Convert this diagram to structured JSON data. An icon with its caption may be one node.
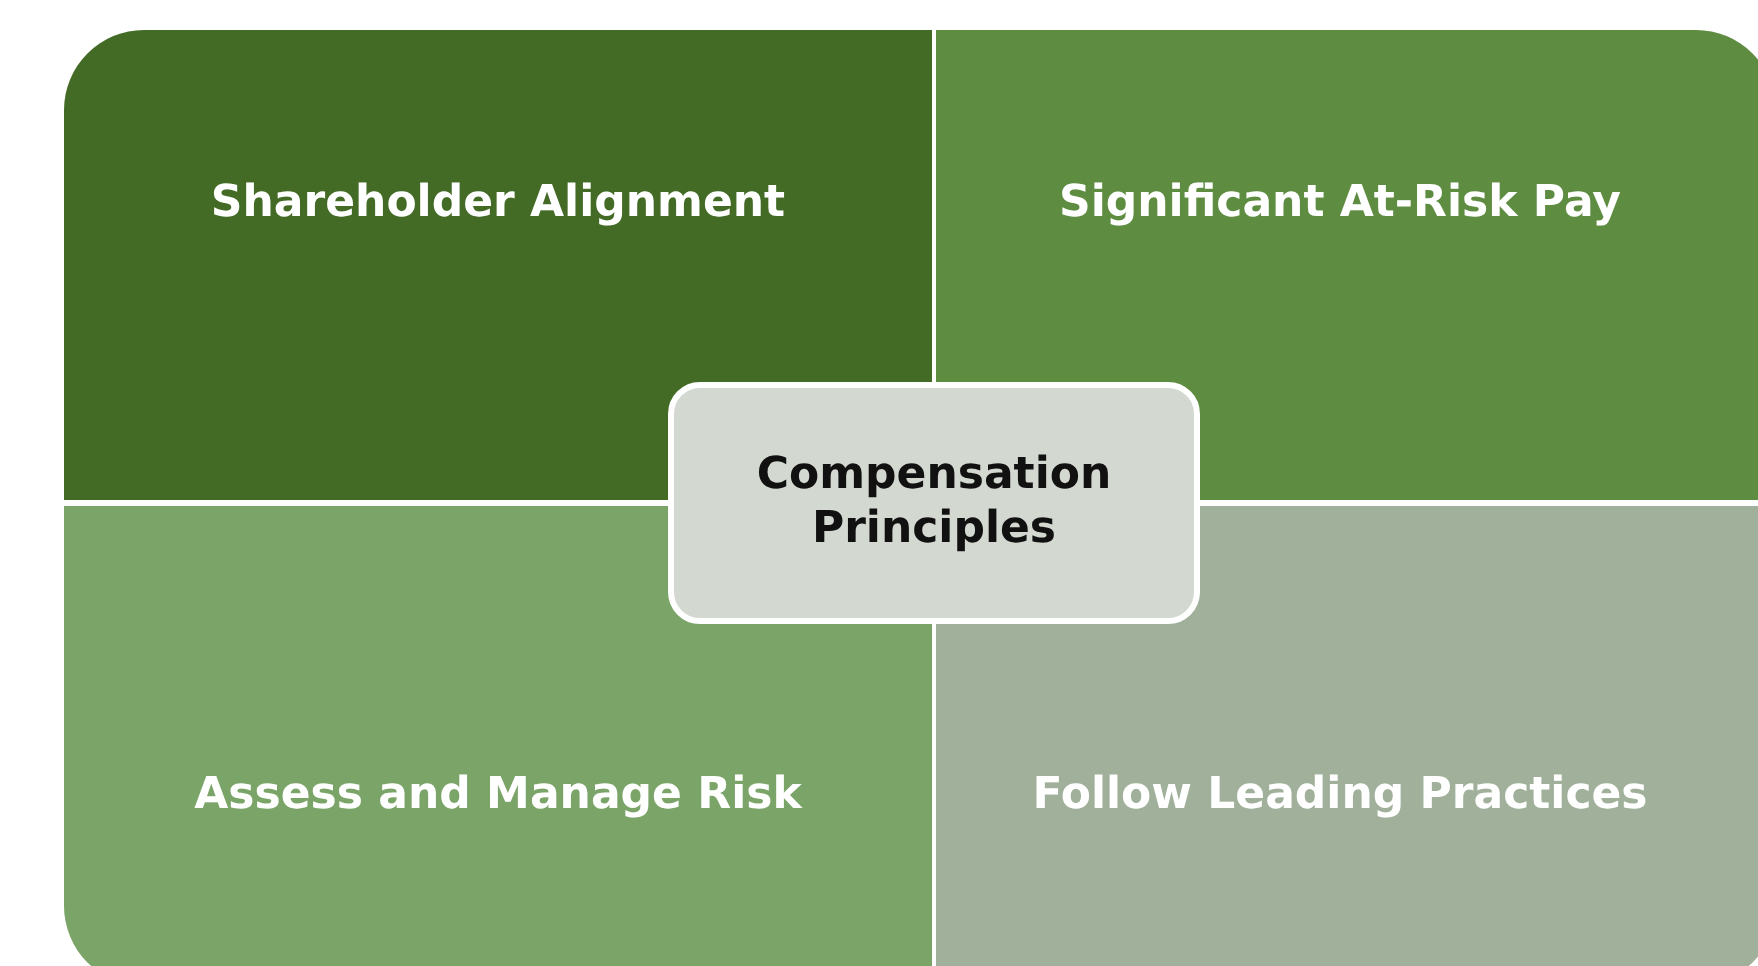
{
  "diagram": {
    "nodes": [
      {
        "text": [
          "Shareholder Alignment"
        ]
      },
      {
        "text": [
          "Significant At-Risk Pay"
        ]
      },
      {
        "text": [
          "Assess and Manage Risk"
        ]
      },
      {
        "text": [
          "Follow Leading Practices"
        ]
      },
      {
        "text": [
          "Compensation Principles"
        ]
      }
    ]
  }
}
